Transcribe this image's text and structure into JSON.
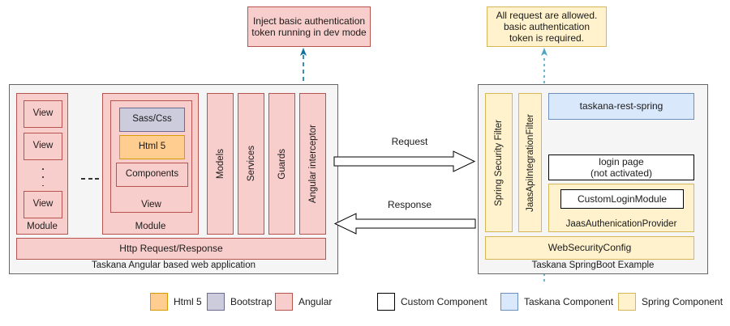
{
  "notes": {
    "angular_note": "Inject basic authentication token running in dev mode",
    "spring_note": "All request are allowed. basic authentication token is required."
  },
  "left_container": {
    "label": "Taskana Angular based web application",
    "module_simple": {
      "label": "Module",
      "views": [
        "View",
        "View",
        "View"
      ],
      "ellipsis": "vertical-dots"
    },
    "separator": "---",
    "module_detailed": {
      "label": "Module",
      "view_label": "View",
      "blocks": [
        {
          "label": "Sass/Css",
          "kind": "bootstrap"
        },
        {
          "label": "Html 5",
          "kind": "html5"
        },
        {
          "label": "Components",
          "kind": "angular"
        }
      ]
    },
    "columns": [
      "Models",
      "Services",
      "Guards",
      "Angular interceptor"
    ],
    "bottom_bar": "Http Request/Response"
  },
  "flow": {
    "request_label": "Request",
    "response_label": "Response"
  },
  "right_container": {
    "label": "Taskana SpringBoot Example",
    "filters": [
      "Spring Security Filter",
      "JaasApiIntegrationFilter"
    ],
    "taskana_rest": "taskana-rest-spring",
    "login_page_line1": "login page",
    "login_page_line2": "(not activated)",
    "custom_login_module": "CustomLoginModule",
    "jaas_provider": "JaasAuthenicationProvider",
    "web_security_config": "WebSecurityConfig"
  },
  "legend": {
    "left_group": [
      {
        "label": "Html 5",
        "kind": "html5"
      },
      {
        "label": "Bootstrap",
        "kind": "bootstrap"
      },
      {
        "label": "Angular",
        "kind": "angular"
      }
    ],
    "right_group": [
      {
        "label": "Custom Component",
        "kind": "custom"
      },
      {
        "label": "Taskana Component",
        "kind": "taskana"
      },
      {
        "label": "Spring Component",
        "kind": "spring"
      }
    ]
  },
  "colors": {
    "angular_fill": "#f8cecc",
    "angular_stroke": "#b85450",
    "bootstrap_fill": "#ccccdd",
    "bootstrap_stroke": "#6c6c91",
    "html5_fill": "#ffcd8f",
    "html5_stroke": "#d79b00",
    "spring_fill": "#fff2cc",
    "spring_stroke": "#d6b656",
    "taskana_fill": "#dae8fc",
    "taskana_stroke": "#6c8ebf",
    "custom_fill": "#ffffff",
    "custom_stroke": "#000000",
    "container_fill": "#f5f5f5",
    "container_stroke": "#666666",
    "connector_teal": "#10739e"
  }
}
